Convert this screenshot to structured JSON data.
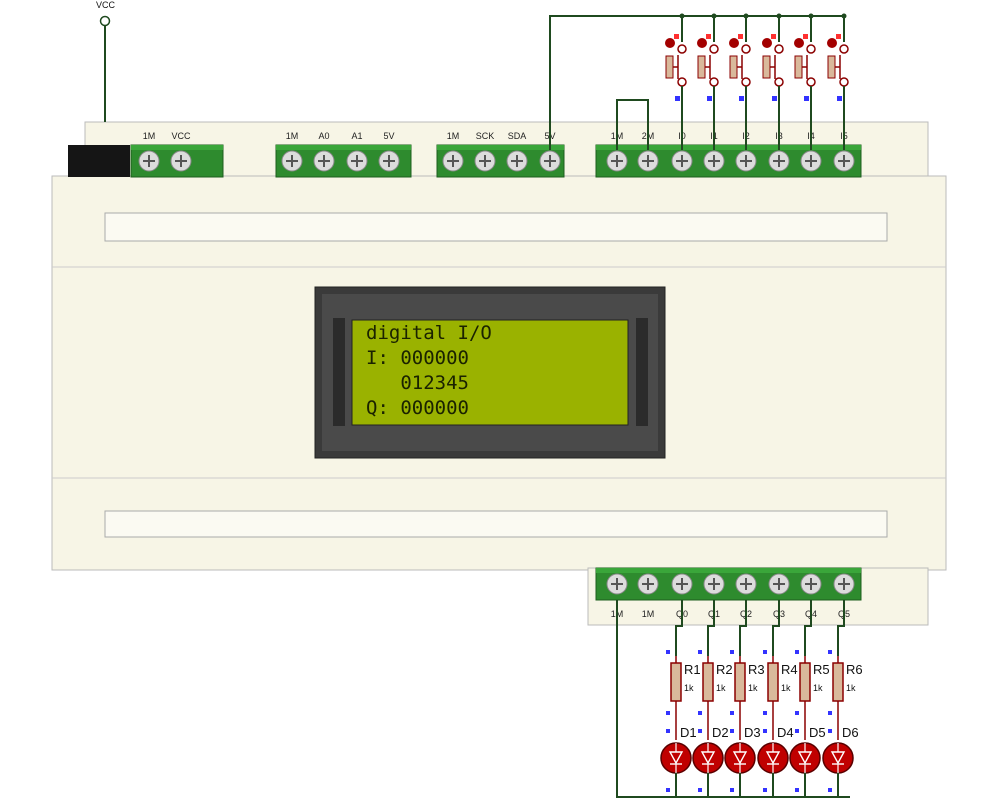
{
  "vcc_label": "VCC",
  "terminal_blocks": {
    "power": [
      "1M",
      "VCC"
    ],
    "analog": [
      "1M",
      "A0",
      "A1",
      "5V"
    ],
    "i2c": [
      "1M",
      "SCK",
      "SDA",
      "5V"
    ],
    "inputs": [
      "1M",
      "2M",
      "I0",
      "I1",
      "I2",
      "I3",
      "I4",
      "I5"
    ],
    "outputs": [
      "1M",
      "1M",
      "Q0",
      "Q1",
      "Q2",
      "Q3",
      "Q4",
      "Q5"
    ]
  },
  "lcd": {
    "line1": "digital I/O",
    "line2": "I: 000000",
    "line3": "   012345",
    "line4": "Q: 000000"
  },
  "resistors": [
    {
      "ref": "R1",
      "value": "1k"
    },
    {
      "ref": "R2",
      "value": "1k"
    },
    {
      "ref": "R3",
      "value": "1k"
    },
    {
      "ref": "R4",
      "value": "1k"
    },
    {
      "ref": "R5",
      "value": "1k"
    },
    {
      "ref": "R6",
      "value": "1k"
    }
  ],
  "leds": [
    "D1",
    "D2",
    "D3",
    "D4",
    "D5",
    "D6"
  ],
  "colors": {
    "wire": "#1f4a1f",
    "terminal_green": "#2e8b2e",
    "lcd_background": "#9ab200",
    "led_red": "#c00000",
    "pin_marker": "#3333ff",
    "plc_body": "#f7f5e6"
  }
}
